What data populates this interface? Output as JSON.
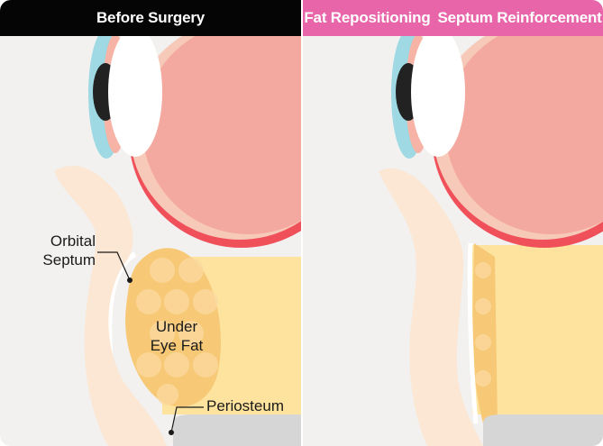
{
  "panels": {
    "before": {
      "title": "Before Surgery",
      "header_color": "#050505"
    },
    "after": {
      "title_1": "Fat Repositioning",
      "title_2": "Septum Reinforcement",
      "header_color": "#e765a8"
    }
  },
  "labels": {
    "orbital_septum_1": "Orbital",
    "orbital_septum_2": "Septum",
    "under_eye_fat_1": "Under",
    "under_eye_fat_2": "Eye Fat",
    "periosteum": "Periosteum"
  },
  "colors": {
    "background": "#f2f1ef",
    "eyeball": "#f4a9a0",
    "eyeball_rim": "#f7c9b8",
    "red_edge": "#f0505a",
    "cornea": "#9fd9e3",
    "iris": "#222222",
    "fat_yellow": "#fde39e",
    "fat_orange": "#f7c977",
    "lid_skin": "#fbe7d3",
    "bone_gray": "#d6d6d6"
  }
}
